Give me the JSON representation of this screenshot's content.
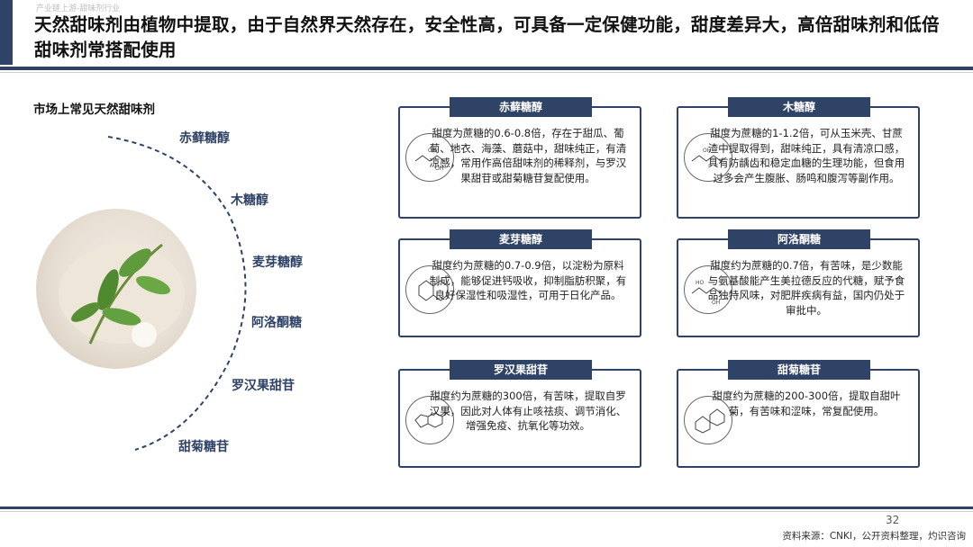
{
  "top_tag": "产业链上游-甜味剂行业",
  "headline": "天然甜味剂由植物中提取，由于自然界天然存在，安全性高，可具备一定保健功能，甜度差异大，高倍甜味剂和低倍甜味剂常搭配使用",
  "section_title": "市场上常见天然甜味剂",
  "arc_labels": [
    "赤藓糖醇",
    "木糖醇",
    "麦芽糖醇",
    "阿洛酮糖",
    "罗汉果甜苷",
    "甜菊糖苷"
  ],
  "cards": [
    {
      "title": "赤藓糖醇",
      "text": "甜度为蔗糖的0.6-0.8倍，存在于甜瓜、葡萄、地衣、海藻、蘑菇中，甜味纯正，有清凉感，常用作高倍甜味剂的稀释剂，与罗汉果甜苷或甜菊糖苷复配使用。"
    },
    {
      "title": "木糖醇",
      "text": "甜度为蔗糖的1-1.2倍，可从玉米壳、甘蔗渣中提取得到，甜味纯正，具有清凉口感，具有防龋齿和稳定血糖的生理功能，但食用过多会产生腹胀、肠鸣和腹泻等副作用。"
    },
    {
      "title": "麦芽糖醇",
      "text": "甜度约为蔗糖的0.7-0.9倍，以淀粉为原料制成，能够促进钙吸收，抑制脂肪积聚，有良好保湿性和吸湿性，可用于日化产品。"
    },
    {
      "title": "阿洛酮糖",
      "text": "甜度约为蔗糖的0.7倍，有苦味，是少数能与氨基酸能产生美拉德反应的代糖，赋予食品独特风味，对肥胖疾病有益，国内仍处于审批中。"
    },
    {
      "title": "罗汉果甜苷",
      "text": "甜度约为蔗糖的300倍，有苦味，提取自罗汉果，因此对人体有止咳祛痰、调节消化、增强免疫、抗氧化等功效。"
    },
    {
      "title": "甜菊糖苷",
      "text": "甜度约为蔗糖的200-300倍，提取自甜叶菊，有苦味和涩味，常复配使用。"
    }
  ],
  "page_number": "32",
  "source": "资料来源：CNKI，公开资料整理，灼识咨询"
}
